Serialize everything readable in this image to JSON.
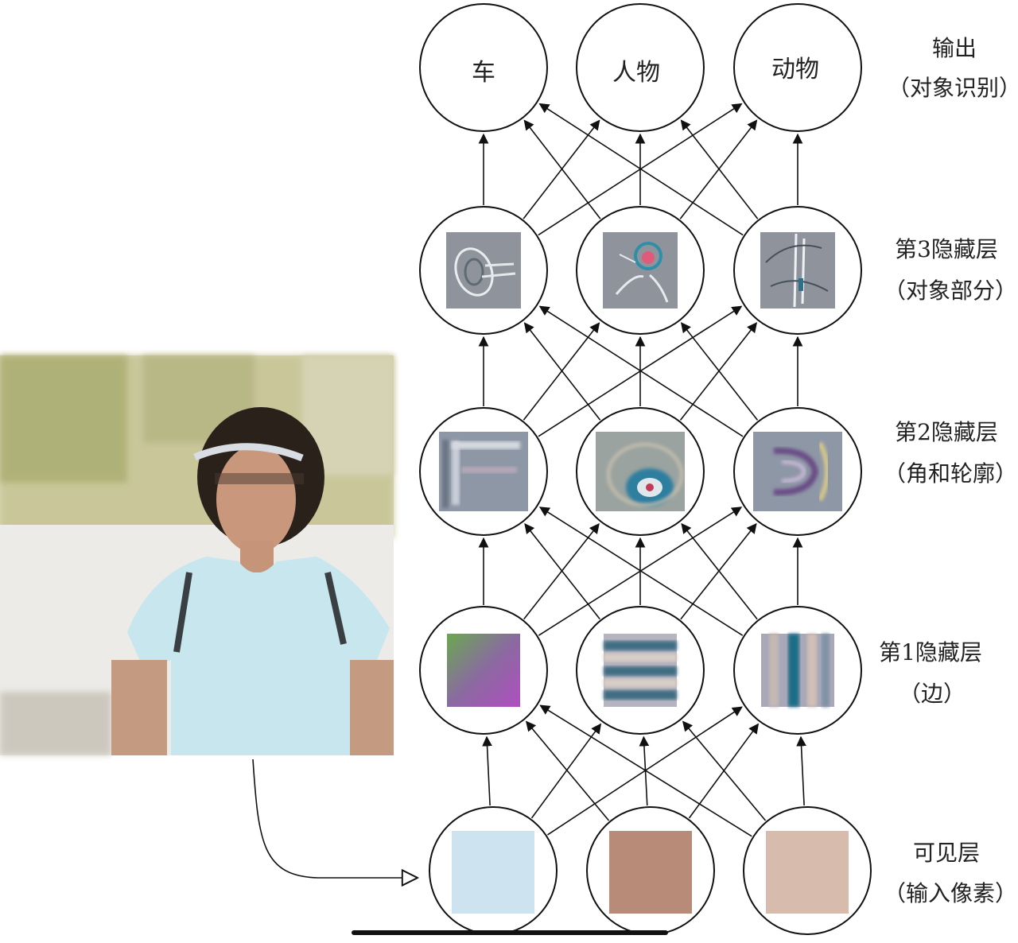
{
  "layers": [
    {
      "id": "output",
      "title": "输出",
      "subtitle": "（对象识别）",
      "nodes": [
        "车",
        "人物",
        "动物"
      ]
    },
    {
      "id": "hidden3",
      "title": "第3隐藏层",
      "subtitle": "（对象部分）",
      "nodes": [
        "car-part-feature",
        "face-feature",
        "animal-part-feature"
      ]
    },
    {
      "id": "hidden2",
      "title": "第2隐藏层",
      "subtitle": "（角和轮廓）",
      "nodes": [
        "corner-feature",
        "eye-contour-feature",
        "curve-contour-feature"
      ]
    },
    {
      "id": "hidden1",
      "title": "第1隐藏层",
      "subtitle": "（边）",
      "nodes": [
        "color-gradient-edge",
        "horizontal-edge",
        "vertical-edge"
      ]
    },
    {
      "id": "visible",
      "title": "可见层",
      "subtitle": "（输入像素）",
      "nodes": [
        "pixel-light-blue",
        "pixel-brown",
        "pixel-skin"
      ]
    }
  ],
  "colors": {
    "pixel_light_blue": "#cde3ef",
    "pixel_brown": "#b88a78",
    "pixel_skin": "#d7bcad",
    "feature_bg": "#8f949c"
  },
  "input_image": "photo-of-woman-with-headband"
}
